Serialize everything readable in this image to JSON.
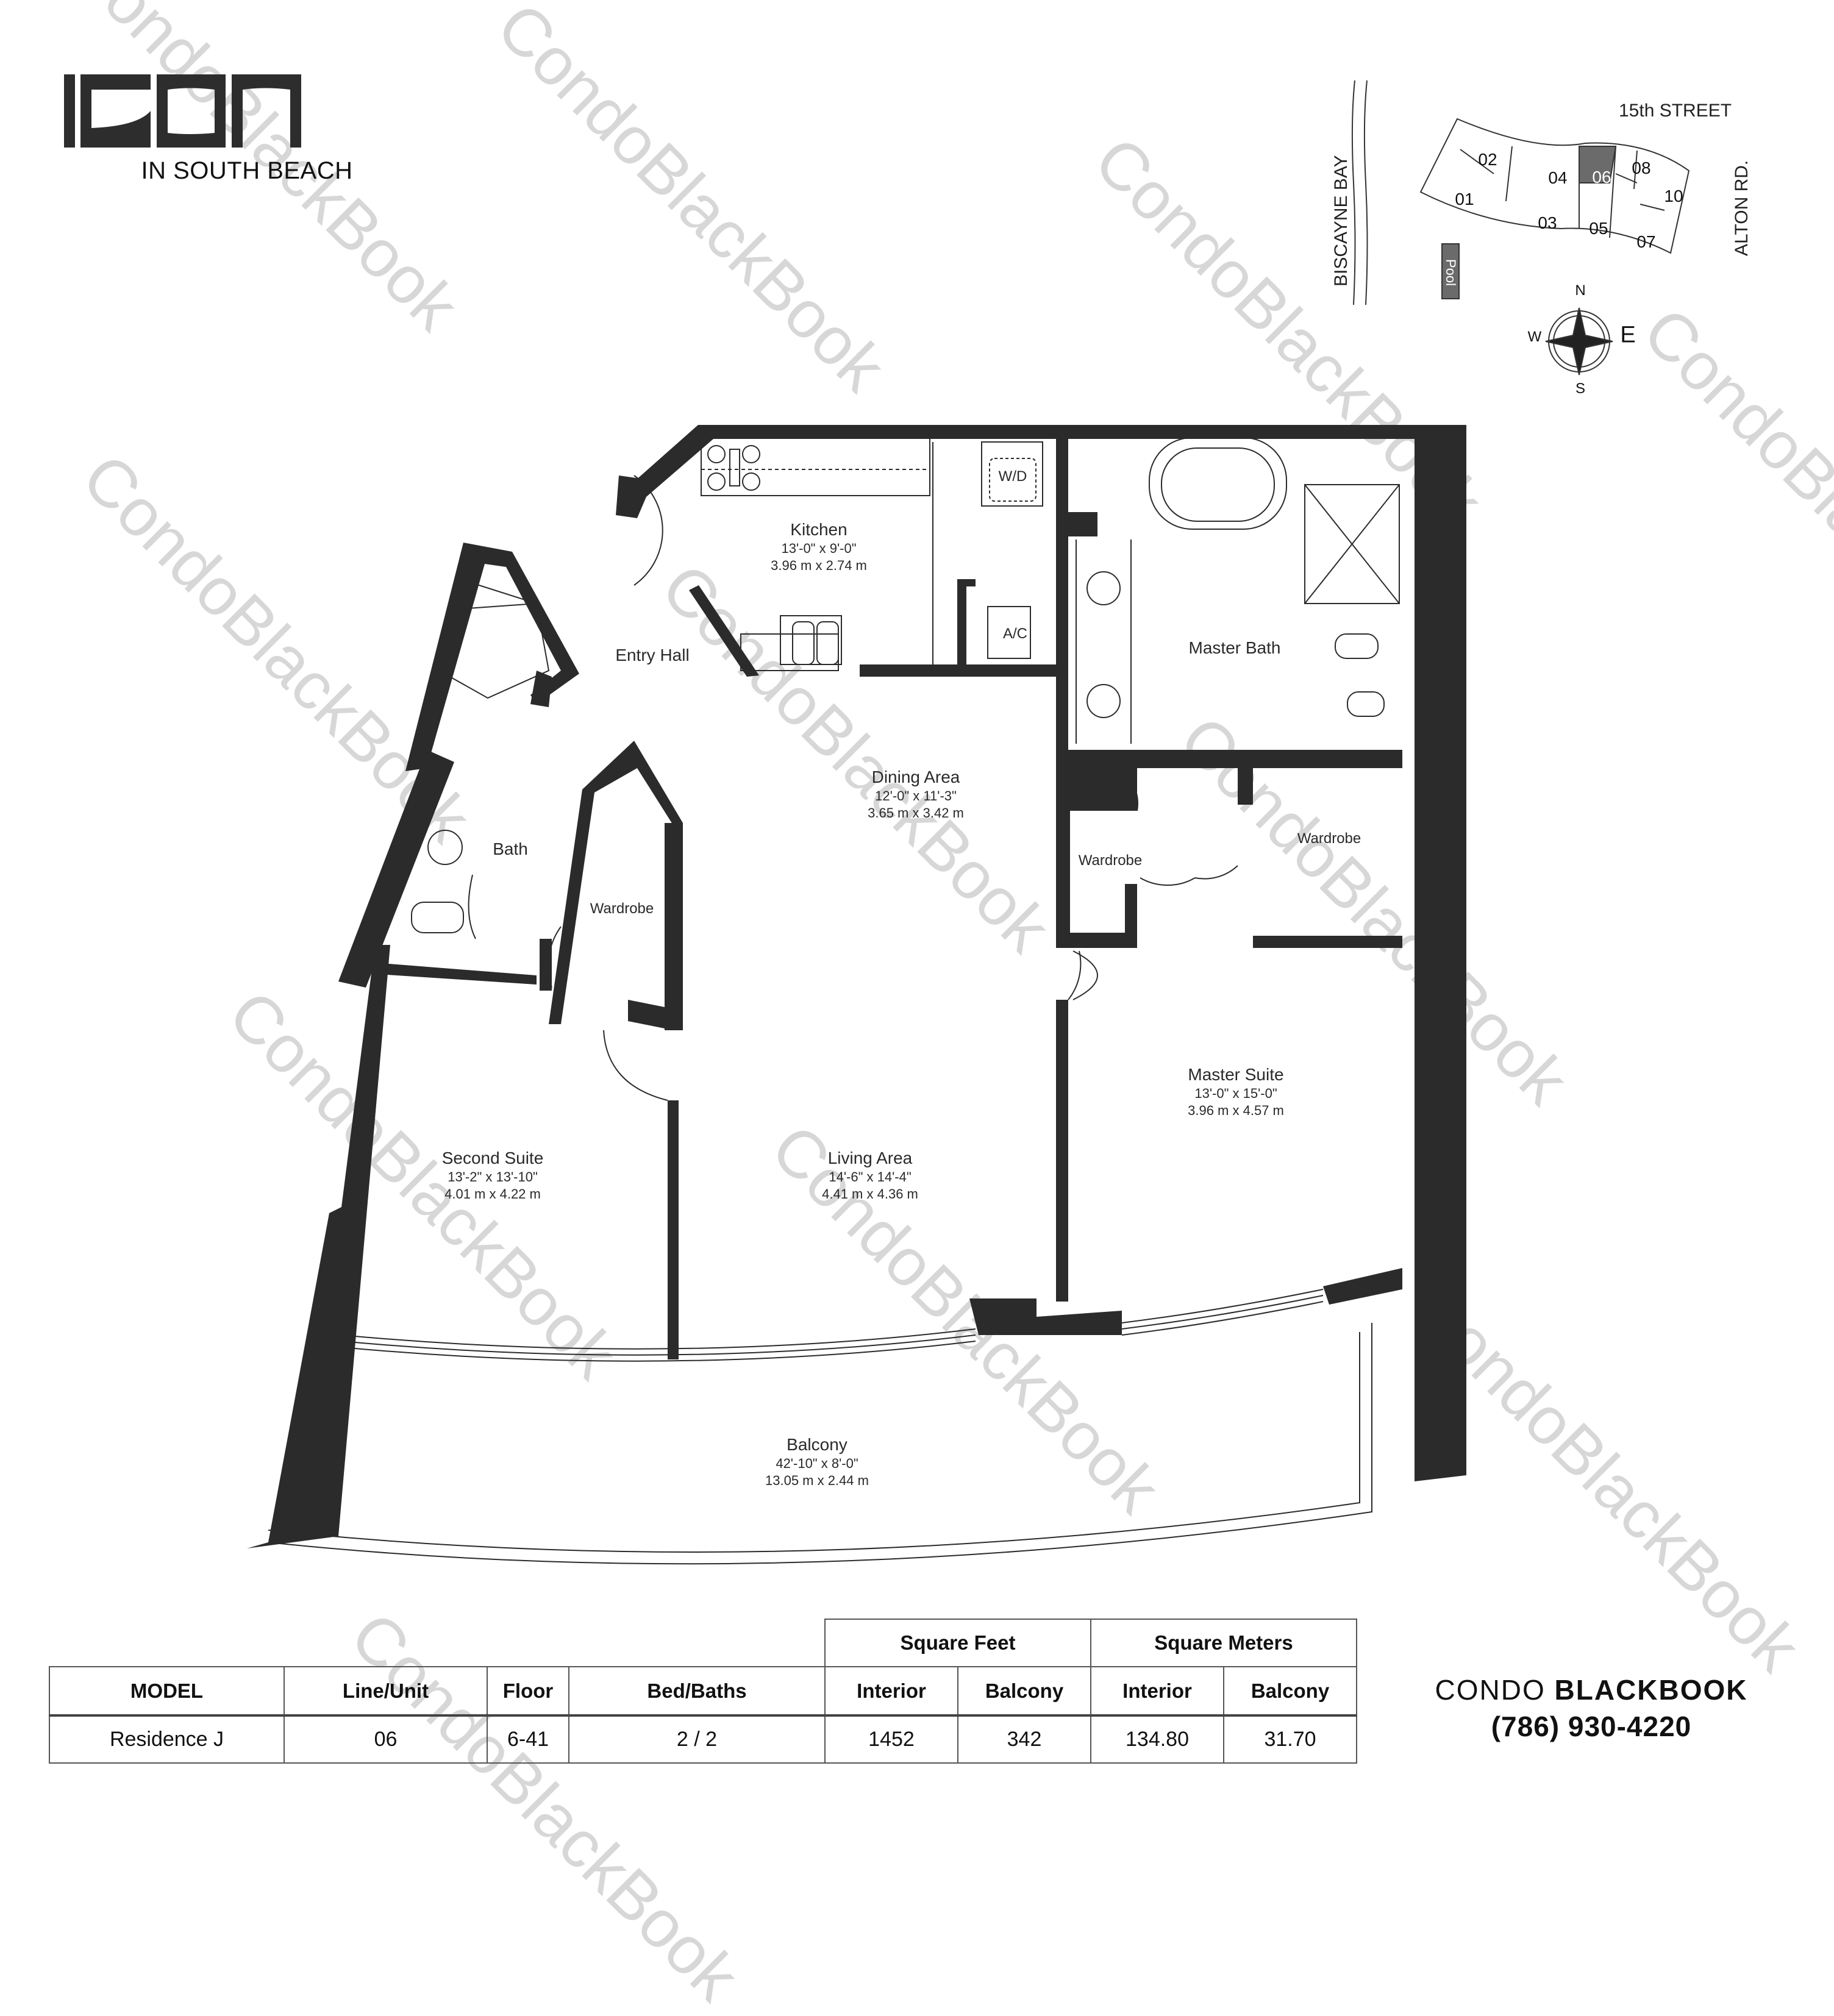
{
  "header": {
    "logo_text": "ICON",
    "logo_subtitle": "IN SOUTH BEACH"
  },
  "key_plan": {
    "street_top": "15th STREET",
    "street_left": "BISCAYNE BAY",
    "street_right": "ALTON RD.",
    "pool_label": "Pool",
    "highlighted_unit": "06",
    "highlight_color": "#6b6b6b",
    "units": [
      "01",
      "02",
      "03",
      "04",
      "05",
      "06",
      "07",
      "08",
      "10"
    ],
    "compass": {
      "north": "N",
      "south": "S",
      "east": "E",
      "west": "W"
    }
  },
  "floor_plan": {
    "wall_color": "#2b2b2b",
    "rooms": [
      {
        "name": "Kitchen",
        "imperial": "13'-0\" x 9'-0\"",
        "metric": "3.96 m x 2.74 m"
      },
      {
        "name": "Entry Hall"
      },
      {
        "name": "Dining Area",
        "imperial": "12'-0\" x 11'-3\"",
        "metric": "3.65 m x 3.42 m"
      },
      {
        "name": "Master Bath"
      },
      {
        "name": "Bath"
      },
      {
        "name": "Wardrobe"
      },
      {
        "name": "Wardrobe"
      },
      {
        "name": "Wardrobe"
      },
      {
        "name": "Master Suite",
        "imperial": "13'-0\" x 15'-0\"",
        "metric": "3.96 m x 4.57 m"
      },
      {
        "name": "Second Suite",
        "imperial": "13'-2\" x 13'-10\"",
        "metric": "4.01 m x 4.22 m"
      },
      {
        "name": "Living Area",
        "imperial": "14'-6\" x 14'-4\"",
        "metric": "4.41 m x 4.36 m"
      },
      {
        "name": "Balcony",
        "imperial": "42'-10\" x 8'-0\"",
        "metric": "13.05 m x 2.44 m"
      }
    ],
    "fixtures": {
      "washer_dryer": "W/D",
      "air_conditioner": "A/C"
    }
  },
  "spec_table": {
    "group_headers": {
      "square_feet": "Square Feet",
      "square_meters": "Square Meters"
    },
    "columns": [
      "MODEL",
      "Line/Unit",
      "Floor",
      "Bed/Baths",
      "Interior",
      "Balcony",
      "Interior",
      "Balcony"
    ],
    "row": [
      "Residence J",
      "06",
      "6-41",
      "2 / 2",
      "1452",
      "342",
      "134.80",
      "31.70"
    ]
  },
  "brand": {
    "name_light": "CONDO",
    "name_bold": "BLACKBOOK",
    "phone": "(786) 930-4220"
  },
  "watermark": "CondoBlackBook"
}
